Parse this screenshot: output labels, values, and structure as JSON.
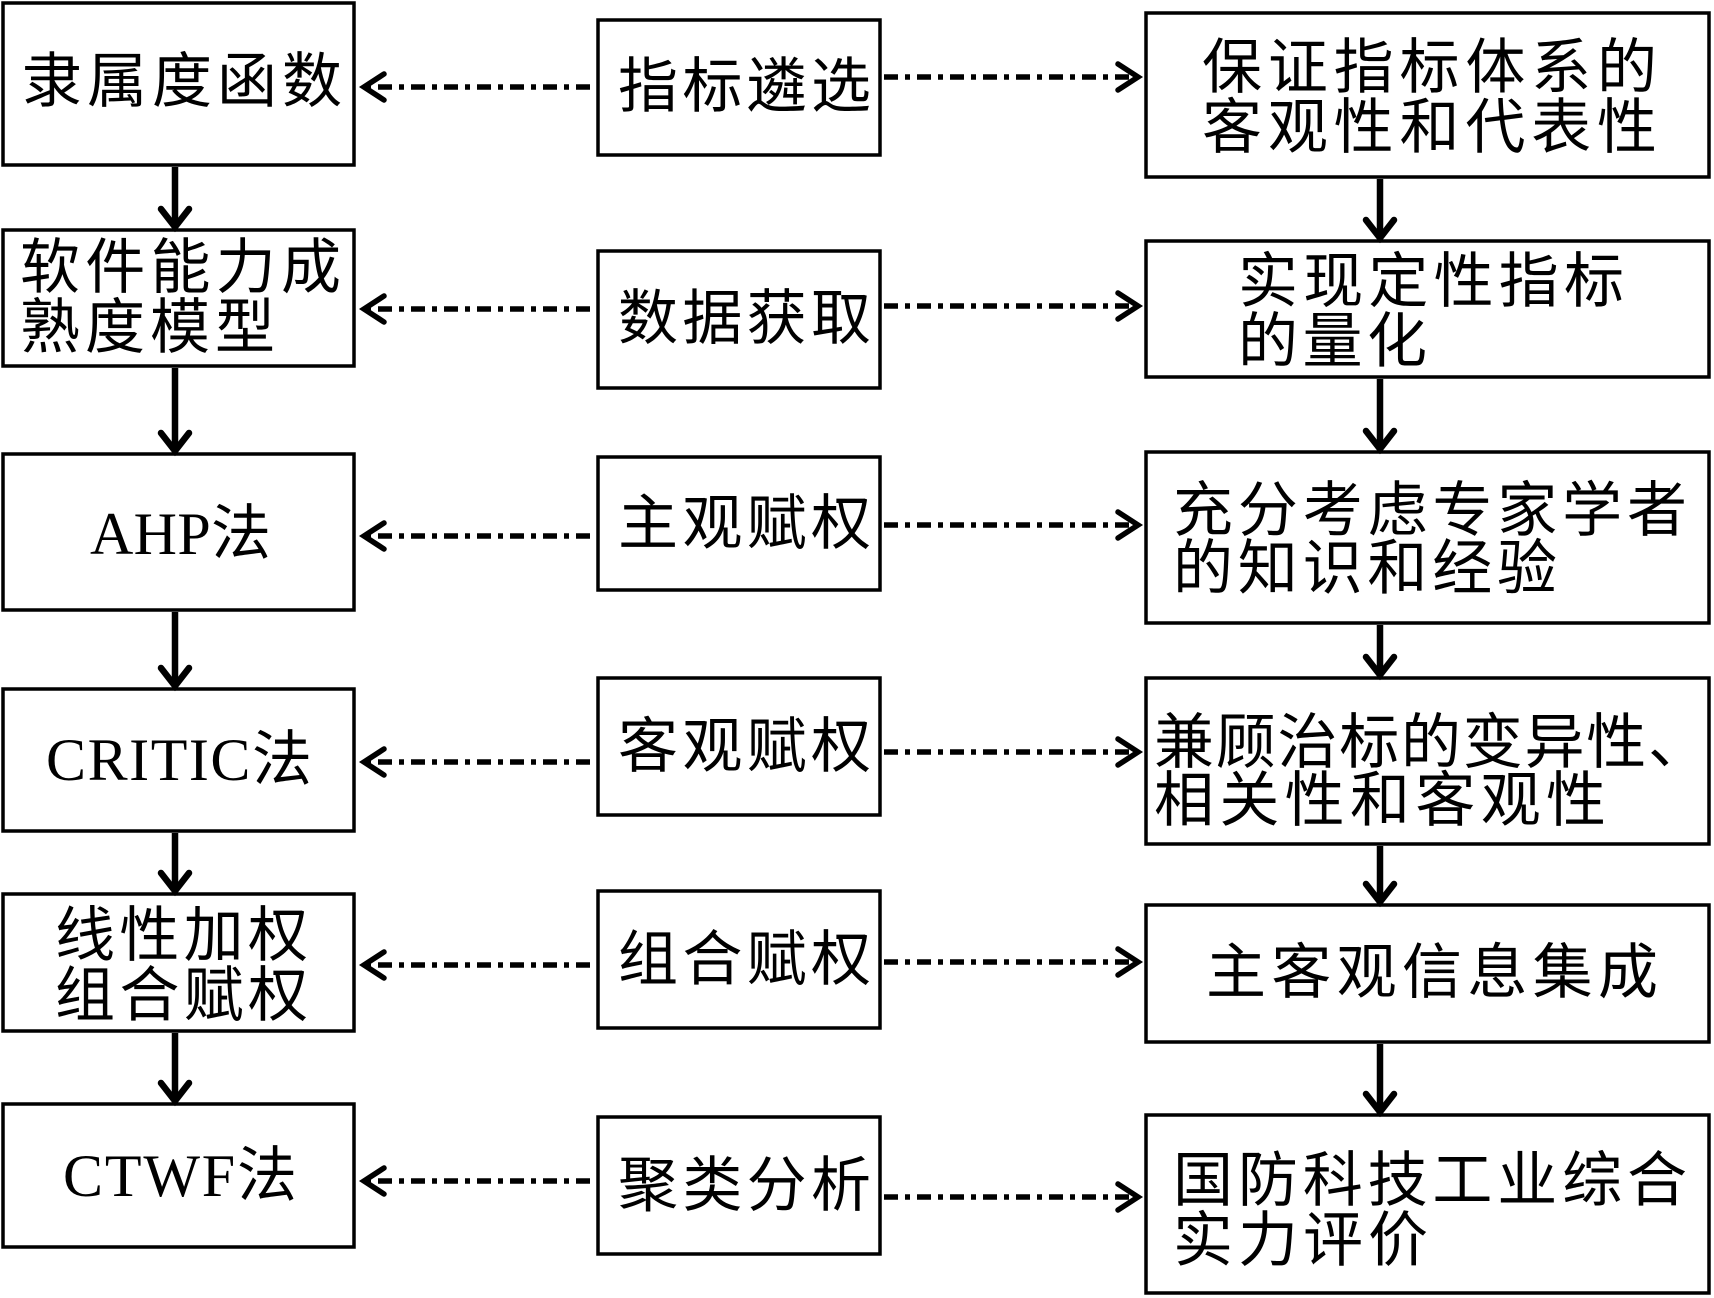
{
  "left_column": [
    {
      "lines": [
        "隶属度函数"
      ]
    },
    {
      "lines": [
        "软件能力成",
        "熟度模型"
      ]
    },
    {
      "lines": [
        "AHP法"
      ]
    },
    {
      "lines": [
        "CRITIC法"
      ]
    },
    {
      "lines": [
        "线性加权",
        "组合赋权"
      ]
    },
    {
      "lines": [
        "CTWF法"
      ]
    }
  ],
  "middle_column": [
    {
      "lines": [
        "指标遴选"
      ]
    },
    {
      "lines": [
        "数据获取"
      ]
    },
    {
      "lines": [
        "主观赋权"
      ]
    },
    {
      "lines": [
        "客观赋权"
      ]
    },
    {
      "lines": [
        "组合赋权"
      ]
    },
    {
      "lines": [
        "聚类分析"
      ]
    }
  ],
  "right_column": [
    {
      "lines": [
        "保证指标体系的",
        "客观性和代表性"
      ]
    },
    {
      "lines": [
        "实现定性指标",
        "的量化"
      ]
    },
    {
      "lines": [
        "充分考虑专家学者",
        "的知识和经验"
      ]
    },
    {
      "lines": [
        "兼顾治标的变异性、",
        "相关性和客观性"
      ]
    },
    {
      "lines": [
        "主客观信息集成"
      ]
    },
    {
      "lines": [
        "国防科技工业综合",
        "实力评价"
      ]
    }
  ]
}
